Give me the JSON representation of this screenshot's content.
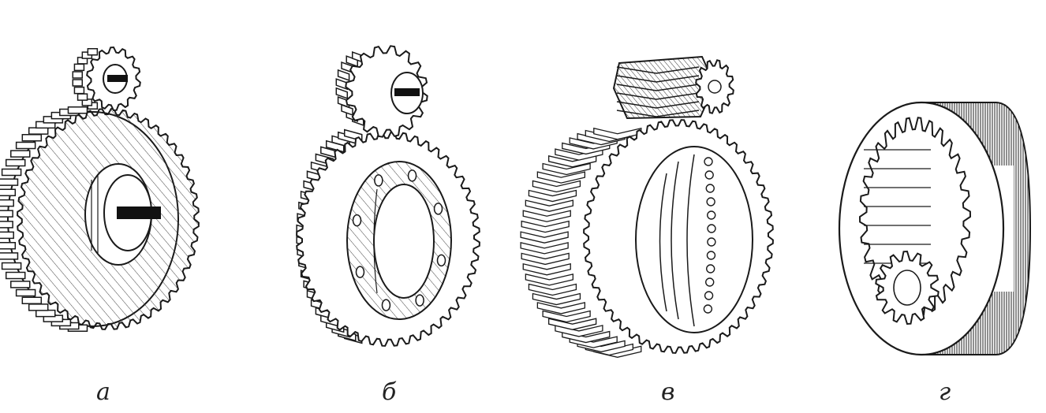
{
  "figure": {
    "panels": [
      {
        "id": "a",
        "caption": "а",
        "type": "spur-gear-pair"
      },
      {
        "id": "b",
        "caption": "б",
        "type": "helical-gear-pair"
      },
      {
        "id": "v",
        "caption": "в",
        "type": "herringbone-gear-pair"
      },
      {
        "id": "g",
        "caption": "г",
        "type": "internal-gear-pair"
      }
    ]
  },
  "colors": {
    "ink": "#1a1a1a",
    "paper": "#ffffff",
    "hatch": "#555555"
  }
}
